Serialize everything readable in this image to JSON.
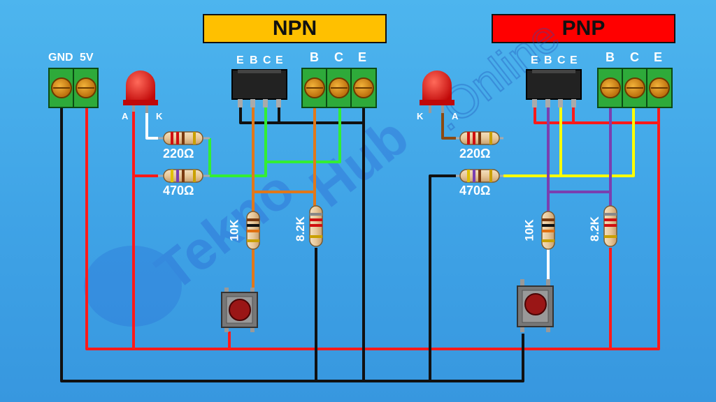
{
  "titles": {
    "npn": "NPN",
    "pnp": "PNP"
  },
  "power": {
    "gnd": "GND",
    "vcc": "5V"
  },
  "led": {
    "anode": "A",
    "cathode": "K"
  },
  "npn": {
    "ic_pins": [
      "E",
      "B",
      "C",
      "E"
    ],
    "terminal_pins": [
      "B",
      "C",
      "E"
    ],
    "resistors": {
      "r1": "220Ω",
      "r2": "470Ω",
      "r3": "10K",
      "r4": "8.2K"
    }
  },
  "pnp": {
    "ic_pins": [
      "E",
      "B",
      "C",
      "E"
    ],
    "terminal_pins": [
      "B",
      "C",
      "E"
    ],
    "resistors": {
      "r1": "220Ω",
      "r2": "470Ω",
      "r3": "10K",
      "r4": "8.2K"
    }
  },
  "watermark": "TeknoHub Online",
  "colors": {
    "background": "#45abea",
    "npn_title_bg": "#ffc000",
    "pnp_title_bg": "#ff0000",
    "wire_vcc": "#ff1a1a",
    "wire_gnd": "#111111",
    "wire_green": "#33ee33",
    "wire_orange": "#e0781a",
    "wire_yellow": "#ffff00",
    "wire_purple": "#7a3fb0",
    "wire_white": "#ffffff",
    "terminal_green": "#2eaa3a",
    "led_red": "#e01010"
  }
}
